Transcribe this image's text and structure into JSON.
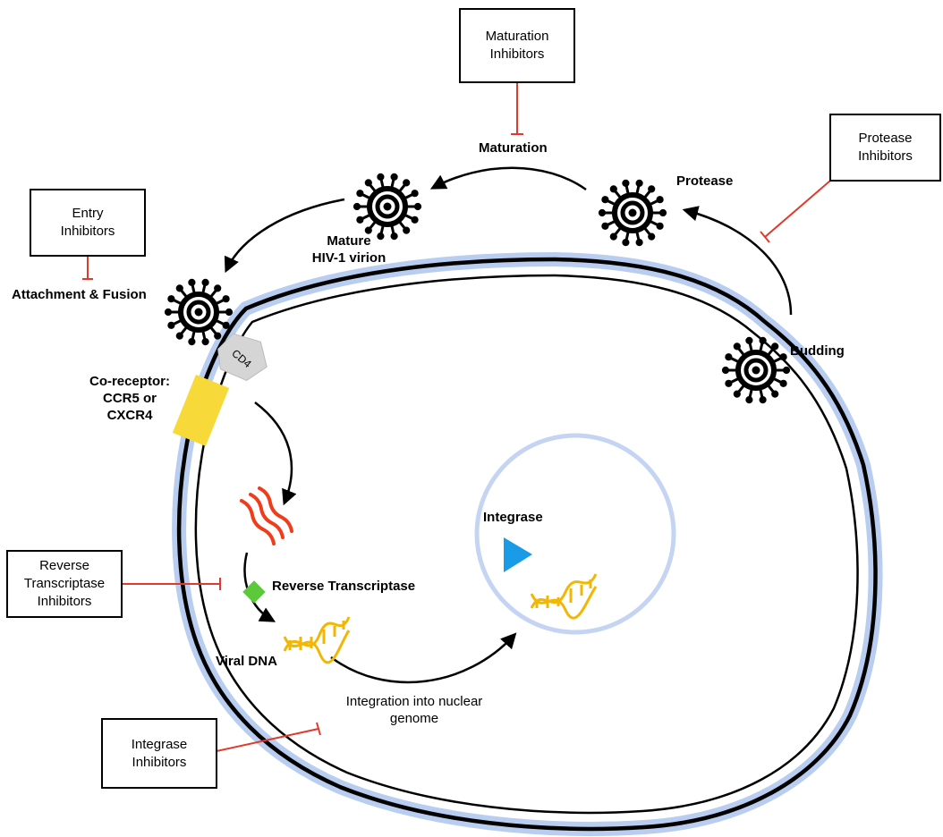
{
  "inhibitors": {
    "maturation": [
      "Maturation",
      "Inhibitors"
    ],
    "protease": [
      "Protease",
      "Inhibitors"
    ],
    "entry": [
      "Entry",
      "Inhibitors"
    ],
    "reverse_transcriptase": [
      "Reverse",
      "Transcriptase",
      "Inhibitors"
    ],
    "integrase": [
      "Integrase",
      "Inhibitors"
    ]
  },
  "steps": {
    "maturation": "Maturation",
    "protease": "Protease",
    "mature_virion": [
      "Mature",
      "HIV-1 virion"
    ],
    "attachment_fusion": "Attachment & Fusion",
    "budding": "Budding",
    "co_receptor": [
      "Co-receptor:",
      "CCR5 or",
      "CXCR4"
    ],
    "cd4": "CD4",
    "integrase": "Integrase",
    "reverse_transcriptase": "Reverse Transcriptase",
    "viral_dna": "Viral DNA",
    "integration": [
      "Integration into nuclear",
      "genome"
    ]
  },
  "colors": {
    "inhibition_line": "#e03a2c",
    "membrane": "#000000",
    "membrane_glow": "#b8cdf0",
    "nucleus": "#c4d4f2",
    "co_receptor": "#f7d93a",
    "cd4": "#d5d5d5",
    "rna": "#f03c1c",
    "reverse_transcriptase": "#5cc93a",
    "integrase": "#1a9be8",
    "dna": "#f2b705"
  }
}
